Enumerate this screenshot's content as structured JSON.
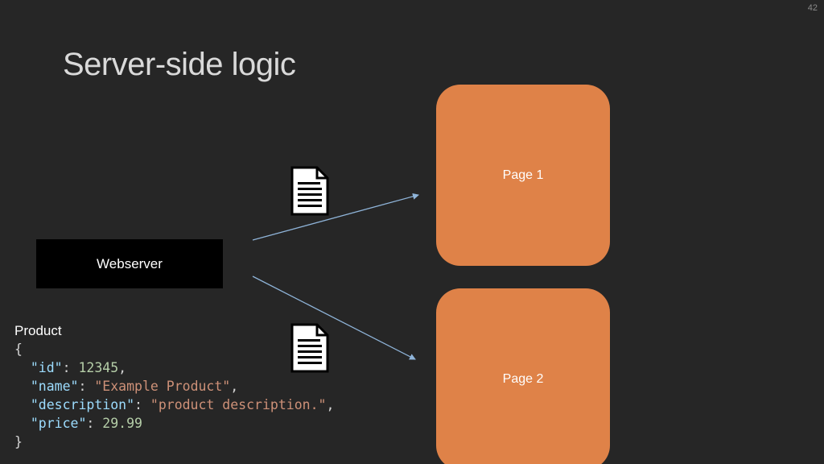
{
  "slide": {
    "number": "42",
    "title": "Server-side logic"
  },
  "diagram": {
    "webserver_label": "Webserver",
    "page_1_label": "Page 1",
    "page_2_label": "Page 2",
    "icons": [
      "document-icon",
      "document-icon"
    ],
    "colors": {
      "background": "#262626",
      "page_box": "#df8248",
      "webserver_box": "#000000",
      "arrow": "#8fb4d9"
    }
  },
  "product_json": {
    "label": "Product",
    "open_brace": "{",
    "close_brace": "}",
    "fields": [
      {
        "key": "\"id\"",
        "value": "12345",
        "value_type": "number",
        "trailer": ","
      },
      {
        "key": "\"name\"",
        "value": "\"Example Product\"",
        "value_type": "string",
        "trailer": ","
      },
      {
        "key": "\"description\"",
        "value": "\"product description.\"",
        "value_type": "string",
        "trailer": ","
      },
      {
        "key": "\"price\"",
        "value": "29.99",
        "value_type": "number",
        "trailer": ""
      }
    ]
  }
}
